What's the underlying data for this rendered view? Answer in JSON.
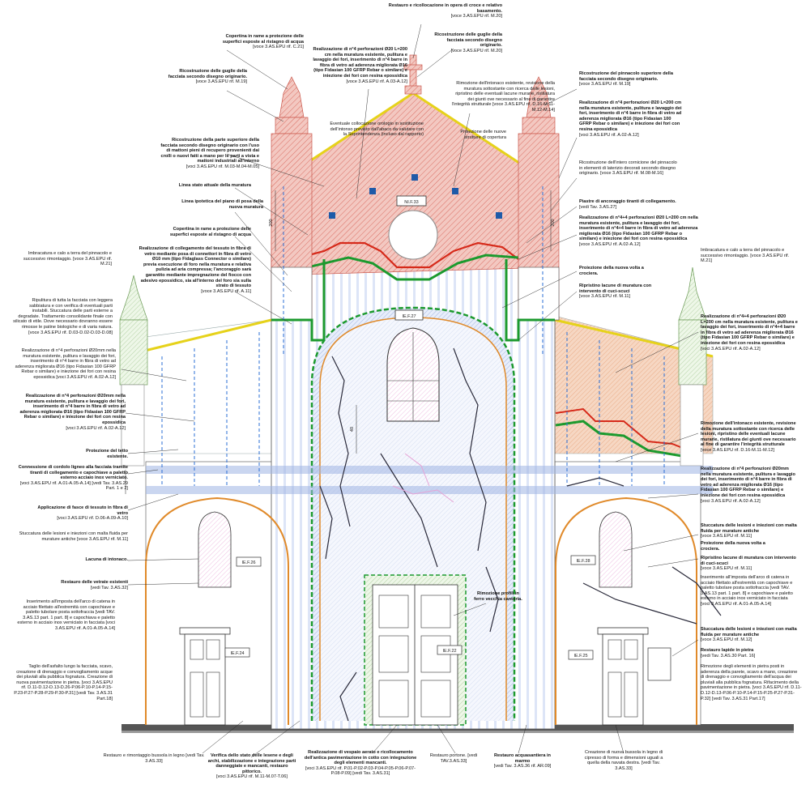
{
  "colors": {
    "masonry_red": "#e8a39a",
    "masonry_hatch": "#d96a5f",
    "green_line": "#1c9a2e",
    "red_line": "#d62a1a",
    "yellow_line": "#e6d21a",
    "blue_anchor": "#1e5aa8",
    "orange_arch": "#e08a2a",
    "crack": "#2a2a3a",
    "light_blue": "#c9d6f0",
    "pink": "#e7a3d6"
  },
  "labels_left": [
    {
      "bold": "Copertina in rame a protezione delle superfici esposte al ristagno di acqua",
      "ref": "[voce 3.AS.EPU rif. C.21]"
    },
    {
      "bold": "Ricostruzione delle guglie della facciata secondo disegno originario.",
      "ref": "[voce 3.AS.EPU rif. M.19]"
    },
    {
      "bold": "Ricostruzione della parte superiore della facciata secondo disegno originario con l'uso di mattoni pieni di recupero provenienti dai crolli o nuovi fatti a mano per le parti a vista e mattoni industriali all'interno",
      "ref": "[voci 3.AS.EPU rif. M.03-M.04-M.05]"
    },
    {
      "bold": "Linea stato attuale della muratura",
      "ref": ""
    },
    {
      "bold": "Linea ipotetica del piano di posa della nuova muratura",
      "ref": ""
    },
    {
      "bold": "Copertina in rame a protezione delle superfici esposte al ristagno di acqua",
      "ref": ""
    },
    {
      "bold": "Realizzazione di collegamento del tessuto in fibra di vetro mediante posa di connettori in fibra di vetro Ø10 mm (tipo Fidaglass Connector o similare) previa esecuzione di foro nella muratura e relativa pulizia ad aria compressa; l'ancoraggio sarà garantito mediante impregnazione del fiocco con adesivo epossidico, sia all'interno del foro sia sulla strato di tessuto",
      "ref": "[voce 3.AS.EPU rif. A.11]"
    },
    {
      "bold": "",
      "ref": "Imbracatura e calo a terra del pinnacolo e successivo rimontaggio. [voce 3.AS.EPU rif. M.21]"
    },
    {
      "bold": "",
      "ref": "Ripulitura di tutta la facciata con leggera sabbiatura e con verifica di eventuali parti instabili. Stuccatura delle parti esterne a degradate. Trattamento consolidante finale con silicato di etile. Dove necessario dovranno essere rimosse le patine biologiche e di varia natura. [voce 3.AS.EPU rif. D.03-D.02-D.03-D.08]"
    },
    {
      "bold": "",
      "ref": "Realizzazione di n°4 perforazioni Ø20mm nella muratura esistente, pulitura e lavaggio dei fori, inserimento di n°4 barre in fibra di vetro ad aderenza migliorata Ø16 (tipo Fidasian 100 GFRP Rebar o similare) e iniezione dei fori con resina epossidica [voci 3.AS.EPU rif. A.02-A.12]"
    },
    {
      "bold": "Realizzazione di n°4 perforazioni Ø20mm nella muratura esistente, pulitura e lavaggio dei fori, inserimento di n°4 barre in fibra di vetro ad aderenza migliorata Ø16 (tipo Fidasian 100 GFRP Rebar o similare) e iniezione dei fori con resina epossidica",
      "ref": "[voci 3.AS.EPU rif. A.02-A.12]"
    },
    {
      "bold": "Protezione del tetto esistente.",
      "ref": ""
    },
    {
      "bold": "Connessione di cordolo ligneo alla facciata tramite tiranti di collegamento e capochiave a paletto esterno acciaio inox verniciato.",
      "ref": "[voci 3.AS.EPU rif. A.01-A.05-A.14] [vedi Tav. 3.AS.29 Part. 1 e 2]"
    },
    {
      "bold": "Applicazione di fasce di tessuto in fibra di vetro",
      "ref": "[voci 3.AS.EPU rif. D.06-A.09-A.10]"
    },
    {
      "bold": "",
      "ref": "Stuccatura delle lesioni e iniezioni con malta fluida per murature antiche [voce 3.AS.EPU rif. M.11]"
    },
    {
      "bold": "Lacuna di intonaco.",
      "ref": ""
    },
    {
      "bold": "Restauro delle vetrate esistenti",
      "ref": "[vedi Tav. 3.AS.32]"
    },
    {
      "bold": "",
      "ref": "Inserimento all'imposta dell'arco di catena in acciaio filettato all'estremità con capochiave e paletto tubolare posta sottofraccia [vedi TAV. 3.AS.13 part. 1 part. 8] e capochiava e paletto esterno in acciaio inox verniciato in facciata [voci 3.AS.EPU rif. A.01-A.05-A.14]"
    },
    {
      "bold": "",
      "ref": "Taglio dell'asfalto lungo la facciata, scavo, creazione di drenaggio e convogliamento acque dei pluviali alla pubblica fognatura. Creazione di nuova pavimentazione in pietra. [voci 3.AS.EPU rif. D.11-D.12-D.13-D.26-P.06-P.10-P.14-P.15-P.23-P.27-P.28-P.29-P.30-P.31] [vedi Tav. 3.AS.31 Part.18]"
    }
  ],
  "labels_top": [
    {
      "bold": "Restauro e ricollocazione in opera di croce e relativo basamento.",
      "ref": "[voce 3.AS.EPU rif. M.20]"
    },
    {
      "bold": "Ricostruzione delle guglie della facciata secondo disegno originario.",
      "ref": "[voce 3.AS.EPU rif. M.20]"
    },
    {
      "bold": "Realizzazione di n°4 perforazioni Ø20 L=200 cm nella muratura esistente, pulitura e lavaggio dei fori, inserimento di n°4 barre in fibra di vetro ad aderenza migliorata Ø16 (tipo Fidasian 100 GFRP Rebar o similare) e iniezione dei fori con resina epossidica",
      "ref": "[voce 3.AS.EPU rif. A.03-A.12]"
    },
    {
      "bold": "",
      "ref": "Rimozione dell'intonaco esistente, revisione della muratura sottostante con ricerca delle lesioni, ripristino delle eventuali lacune murarie, ristilatura dei giunti ove necessario al fine di garantire l'integrità strutturale [voce 3.AS.EPU rif. D.16-M.11-M.12-M.14]"
    },
    {
      "bold": "",
      "ref": "Eventuale collocazione orologio in sostituzione dell'intonso previsto dall'abaco da valutare con la Soprintendenza (incluso dal rapporto)"
    },
    {
      "bold": "",
      "ref": "Proiezione delle nuove strutture di copertura"
    }
  ],
  "labels_right": [
    {
      "bold": "Ricostruzione del pinnacolo superiore della facciata secondo disegno originario.",
      "ref": "[voce 3.AS.EPU rif. M.19]"
    },
    {
      "bold": "Realizzazione di n°4 perforazioni Ø20 L=200 cm nella muratura esistente, pulitura e lavaggio dei fori, inserimento di n°4 barre in fibra di vetro ad aderenza migliorata Ø16 (tipo Fidasian 100 GFRP Rebar o similare) e iniezione dei fori con resina epossidica",
      "ref": "[voci 3.AS.EPU rif. A.02-A.12]"
    },
    {
      "bold": "",
      "ref": "Ricostruzione dell'intero cornicione del pinnacolo in elementi di laterizio decorati secondo disegno originario. [voce 3.AS.EPU rif. M.08-M.16]"
    },
    {
      "bold": "Piastre di ancoraggio tiranti di collegamento.",
      "ref": "[vedi Tav. 3.AS.27]"
    },
    {
      "bold": "Realizzazione di n°4+4 perforazioni Ø20 L=200 cm nella muratura esistente, pulitura e lavaggio dei fori, inserimento di n°4+4 barre in fibra di vetro ad aderenza migliorata Ø16 (tipo Fidasian 100 GFRP Rebar o similare) e iniezione dei fori con resina epossidica",
      "ref": "[voce 3.AS.EPU rif. A.02-A.12]"
    },
    {
      "bold": "Proiezione della nuova volta a crociera.",
      "ref": ""
    },
    {
      "bold": "Ripristino lacune di muratura con intervento di cuci-scuci",
      "ref": "[voce 3.AS.EPU rif. M.11]"
    },
    {
      "bold": "",
      "ref": "Imbracatura e calo a terra del pinnacolo e successivo rimontaggio. [voce 3.AS.EPU rif. M.21]"
    },
    {
      "bold": "Realizzazione di n°4+4 perforazioni Ø20 L=200 cm nella muratura esistente, pulitura e lavaggio dei fori, inserimento di n°4+4 barre in fibra di vetro ad aderenza migliorata Ø16 (tipo Fidasian 100 GFRP Rebar o similare) e iniezione dei fori con resina epossidica",
      "ref": "[voci 3.AS.EPU rif. A.02-A.12]"
    },
    {
      "bold": "Rimozione dell'intonaco esistente, revisione della muratura sottostante con ricerca delle lesioni, ripristino delle eventuali lacune murarie, ristilatura dei giunti ove necessario al fine di garantire l'integrità strutturale",
      "ref": "[voce 3.AS.EPU rif. D.16-M.11-M.12]"
    },
    {
      "bold": "Realizzazione di n°4 perforazioni Ø20mm nella muratura esistente, pulitura e lavaggio dei fori, inserimento di n°4 barre in fibra di vetro ad aderenza migliorata Ø16 (tipo Fidasian 100 GFRP Rebar o similare) e iniezione dei fori con resina epossidica",
      "ref": "[voci 3.AS.EPU rif. A.02-A.12]"
    },
    {
      "bold": "Stuccatura delle lesioni e iniezioni con malta fluida per murature antiche",
      "ref": "[voce 3.AS.EPU rif. M.11]"
    },
    {
      "bold": "Proiezione della nuova volta a crociera.",
      "ref": ""
    },
    {
      "bold": "Ripristino lacune di muratura con intervento di cuci-scuci",
      "ref": "[voce 3.AS.EPU rif. M.11]"
    },
    {
      "bold": "",
      "ref": "Inserimento all'imposta dell'arco di catena in acciaio filettato all'estremità con capochiave e paletto tubolare posta sottofraccia [vedi TAV. 3.AS.13 part. 1 part. 8] e capochiave e paletto esterno in acciaio inox verniciato in facciata [voci 3.AS.EPU rif. A.01-A.05-A.14]"
    },
    {
      "bold": "Stuccatura delle lesioni e iniezioni con malta fluida per murature antiche",
      "ref": "[voce 3.AS.EPU rif. M.12]"
    },
    {
      "bold": "Restauro lapide in pietra",
      "ref": "[vedi Tav. 3.AS.30 Part. 16]"
    },
    {
      "bold": "",
      "ref": "Rimozione degli elementi in pietra posti in aderenza della parete, scavo a mano, creazione di drenaggio e convogliamento dell'acqua dei pluviali alla pubblica fognatura. Rifacimento della pavimentazione in pietra. [voci 3.AS.EPU rif. D.11-D.12-D.13-P.06-P.10-P.14-P.15-P.25-P.27-P.31-P.32] [vedi Tav. 3.AS.31 Part.17]"
    }
  ],
  "labels_bottom": [
    {
      "bold": "",
      "ref": "Restauro e rimontaggio bussola in legno [vedi Tav. 3.AS.33]"
    },
    {
      "bold": "Verifica dello stato delle lesene e degli archi, stabilizzazione e integrazione parti danneggiate e mancanti, restauro pittorico.",
      "ref": "[voci 3.AS.EPU rif. M.11-M.07-T.06]"
    },
    {
      "bold": "Realizzazione di vespaio aerato e ricollocamento dell'antica pavimentazione in cotto con integrazione degli elementi mancanti.",
      "ref": "[voci 3.AS.EPU rif. P.01-P.02-P.03-P.04-P.05-P.06-P.07-P.08-P.09] [vedi Tav. 3.AS.31]"
    },
    {
      "bold": "",
      "ref": "Restauro portone. [vedi TAV.3.AS.33]"
    },
    {
      "bold": "Restauro acquasantiera in marmo",
      "ref": "[vedi Tav. 3.AS.36 rif. AR.09]"
    },
    {
      "bold": "",
      "ref": "Creazione di nuova bussola in legno di cipresso di forma e dimensioni uguali a quella della navata destra. [vedi Tav. 3.AS.33]"
    }
  ],
  "label_center": {
    "bold": "Rimozione profili in ferro vecchia cantoria.",
    "ref": ""
  },
  "tags": {
    "clock": "NI.F.33",
    "window_center": "IE.F.27",
    "window_left": "IE.F.26",
    "window_right": "IE.F.28",
    "door_left": "IE.F.24",
    "door_center": "IE.F.22",
    "door_right": "IE.F.25"
  },
  "dims": {
    "d200": "200",
    "d40": "40"
  }
}
